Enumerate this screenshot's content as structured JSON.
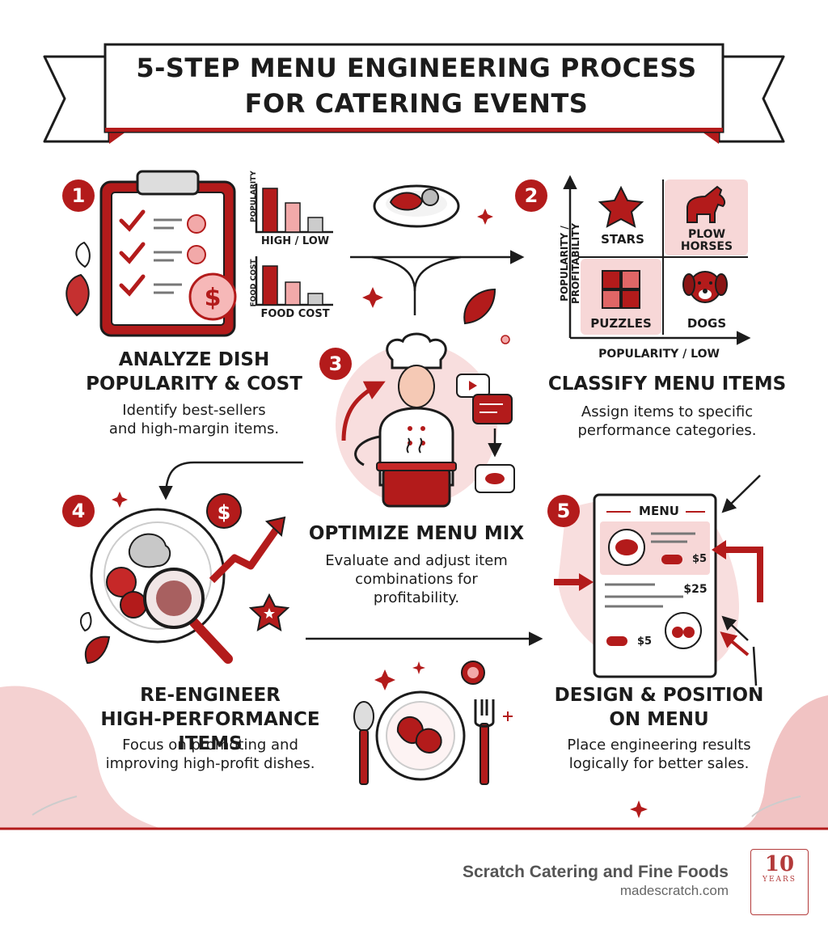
{
  "title": {
    "line1": "5-STEP MENU ENGINEERING PROCESS",
    "line2": "FOR CATERING EVENTS"
  },
  "steps": [
    {
      "number": "1",
      "heading": [
        "ANALYZE DISH",
        "POPULARITY & COST"
      ],
      "description": [
        "Identify best-sellers",
        "and high-margin items."
      ]
    },
    {
      "number": "2",
      "heading": [
        "CLASSIFY MENU ITEMS"
      ],
      "description": [
        "Assign items to specific",
        "performance categories."
      ]
    },
    {
      "number": "3",
      "heading": [
        "OPTIMIZE MENU MIX"
      ],
      "description": [
        "Evaluate and adjust item",
        "combinations for",
        "profitability."
      ]
    },
    {
      "number": "4",
      "heading": [
        "RE-ENGINEER",
        "HIGH-PERFORMANCE ITEMS"
      ],
      "description": [
        "Focus on promoting and",
        "improving high-profit dishes."
      ]
    },
    {
      "number": "5",
      "heading": [
        "DESIGN & POSITION",
        "ON MENU"
      ],
      "description": [
        "Place engineering results",
        "logically for better sales."
      ]
    }
  ],
  "mini_charts": {
    "chart1": {
      "y_label": "POPULARITY",
      "x_label": "HIGH / LOW"
    },
    "chart2": {
      "y_label": "FOOD COST",
      "x_label": "FOOD COST"
    }
  },
  "matrix": {
    "y_axis": "POPULARITY / PROFITABILITY",
    "x_axis": "POPULARITY / LOW",
    "quadrants": {
      "top_left": "STARS",
      "top_right": "PLOW HORSES",
      "bottom_left": "PUZZLES",
      "bottom_right": "DOGS"
    }
  },
  "menu_card": {
    "title": "MENU",
    "price_1": "$5",
    "price_2": "$25",
    "price_3": "$5"
  },
  "footer": {
    "brand": "Scratch Catering and Fine Foods",
    "url": "madescratch.com",
    "logo": {
      "number": "10",
      "word": "YEARS"
    }
  },
  "colors": {
    "accent": "#b31b1b",
    "soft": "#f3c9c9",
    "dark": "#1c1c1c"
  },
  "icons": [
    "clipboard-icon",
    "dollar-icon",
    "bar-chart-icon",
    "plate-icon",
    "chef-icon",
    "pot-icon",
    "star-icon",
    "horse-icon",
    "puzzle-icon",
    "dog-icon",
    "magnifier-icon",
    "trend-arrow-icon",
    "menu-card-icon",
    "fork-icon",
    "spoon-icon",
    "leaf-icon"
  ]
}
